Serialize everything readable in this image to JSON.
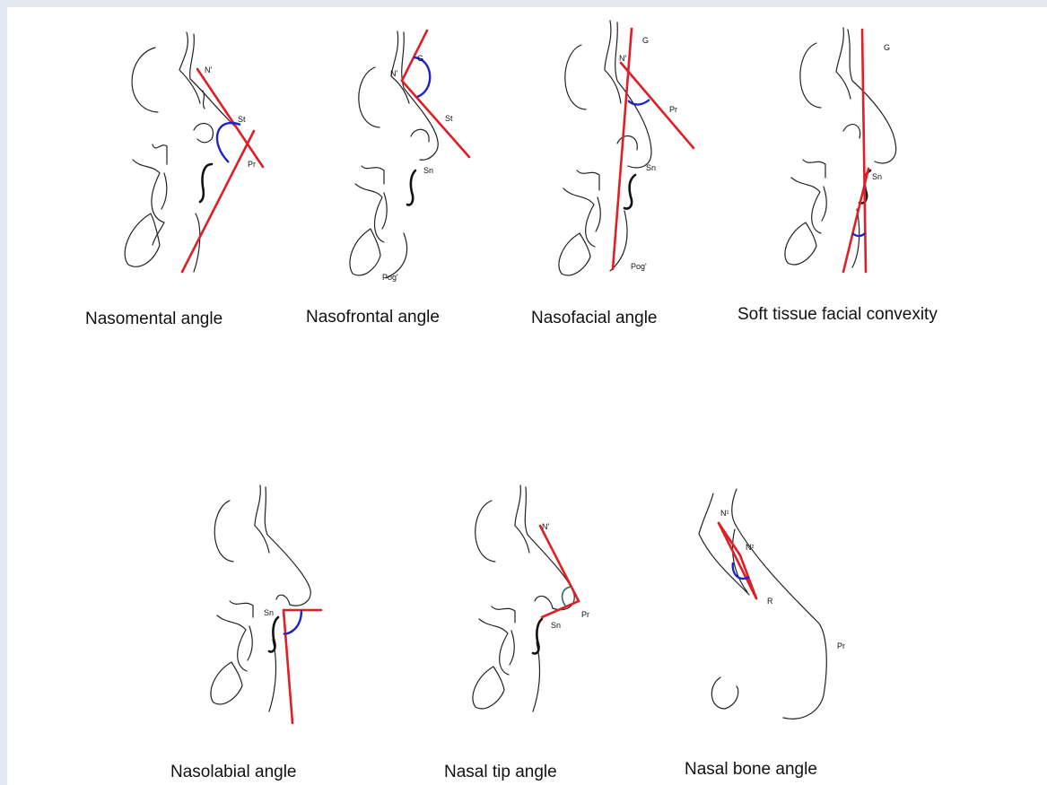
{
  "panels": [
    {
      "id": "nasomental",
      "caption": "Nasomental angle",
      "labels": [
        "N'",
        "St",
        "Pr"
      ]
    },
    {
      "id": "nasofrontal",
      "caption": "Nasofrontal angle",
      "labels": [
        "G",
        "N'",
        "St",
        "Sn",
        "Pog'"
      ]
    },
    {
      "id": "nasofacial",
      "caption": "Nasofacial angle",
      "labels": [
        "G",
        "N'",
        "Pr",
        "Sn",
        "Pog'"
      ]
    },
    {
      "id": "convexity",
      "caption": "Soft tissue facial convexity",
      "labels": [
        "G",
        "Sn"
      ]
    },
    {
      "id": "nasolabial",
      "caption": "Nasolabial angle",
      "labels": [
        "Sn"
      ]
    },
    {
      "id": "nasaltip",
      "caption": "Nasal tip angle",
      "labels": [
        "N'",
        "Pr",
        "Sn"
      ]
    },
    {
      "id": "nasalbone",
      "caption": "Nasal bone angle",
      "labels": [
        "N¹",
        "N²",
        "R",
        "Pr"
      ]
    }
  ],
  "colors": {
    "reference_line": "#e01e25",
    "angle_arc": "#1f23c8",
    "outline": "#222222",
    "frame": "#e3e8f3"
  }
}
